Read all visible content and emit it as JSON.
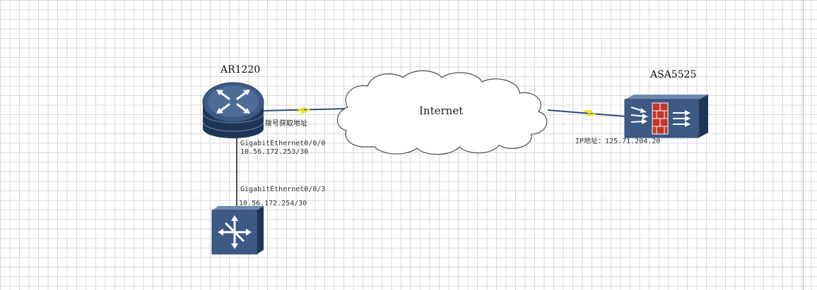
{
  "devices": {
    "router": {
      "title": "AR1220",
      "icon": "router-icon"
    },
    "firewall": {
      "title": "ASA5525",
      "icon": "firewall-icon"
    },
    "switch": {
      "icon": "switch-icon"
    }
  },
  "cloud": {
    "label": "Internet",
    "icon": "cloud-icon"
  },
  "labels": {
    "router_wan": "拨号获取地址",
    "router_if": "GigabitEthernet0/0/0",
    "router_ip": "10.56.172.253/30",
    "switch_if": "GigabitEthernet0/0/3",
    "switch_ip": "10.56.172.254/30",
    "firewall_ip": "IP地址：125.71.204.20"
  },
  "colors": {
    "device_blue": "#3d5a85",
    "device_light": "#6f88b0",
    "link_yellow": "#f0e500",
    "firewall_red": "#c0392b"
  }
}
